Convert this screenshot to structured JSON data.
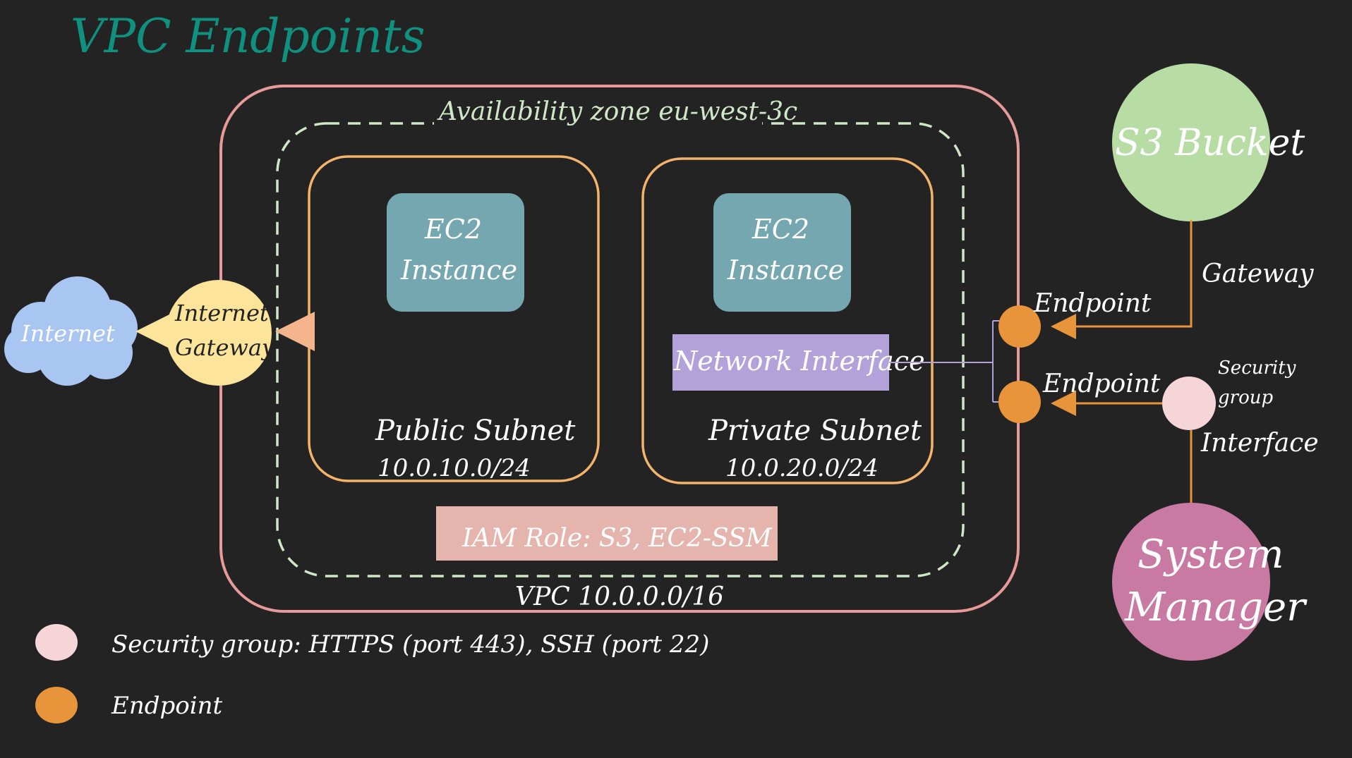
{
  "title": "VPC Endpoints",
  "availability_zone": {
    "label": "Availability zone eu-west-3c"
  },
  "vpc": {
    "label": "VPC 10.0.0.0/16"
  },
  "public_subnet": {
    "name": "Public Subnet",
    "cidr": "10.0.10.0/24",
    "ec2_line1": "EC2",
    "ec2_line2": "Instance"
  },
  "private_subnet": {
    "name": "Private Subnet",
    "cidr": "10.0.20.0/24",
    "ec2_line1": "EC2",
    "ec2_line2": "Instance",
    "network_interface": "Network Interface"
  },
  "iam_role": {
    "label": "IAM Role: S3, EC2-SSM"
  },
  "internet": {
    "label": "Internet"
  },
  "internet_gateway": {
    "line1": "Internet",
    "line2": "Gateway"
  },
  "s3_bucket": {
    "label": "S3 Bucket"
  },
  "system_manager": {
    "line1": "System",
    "line2": "Manager"
  },
  "endpoints": {
    "gateway_endpoint_label": "Endpoint",
    "interface_endpoint_label": "Endpoint",
    "gateway_type_label": "Gateway",
    "interface_type_label": "Interface",
    "security_group_line1": "Security",
    "security_group_line2": "group"
  },
  "legend": {
    "security_group": "Security group: HTTPS (port 443), SSH (port 22)",
    "endpoint": "Endpoint"
  },
  "colors": {
    "background": "#232323",
    "title": "#10907f",
    "vpc_border": "#e89a9a",
    "az_border": "#cfe7c7",
    "subnet_border": "#f3b36a",
    "ec2_fill": "#75a7b0",
    "network_interface_fill": "#b3a2d9",
    "iam_fill": "#e5b4ac",
    "internet_cloud": "#a9c5f2",
    "internet_gateway": "#fde49b",
    "s3_fill": "#b7dca4",
    "system_manager_fill": "#c97aa3",
    "endpoint_fill": "#e8943a",
    "security_group_fill": "#f6d5d8",
    "connector_orange": "#e8943a",
    "connector_purple": "#b3a2d9"
  }
}
